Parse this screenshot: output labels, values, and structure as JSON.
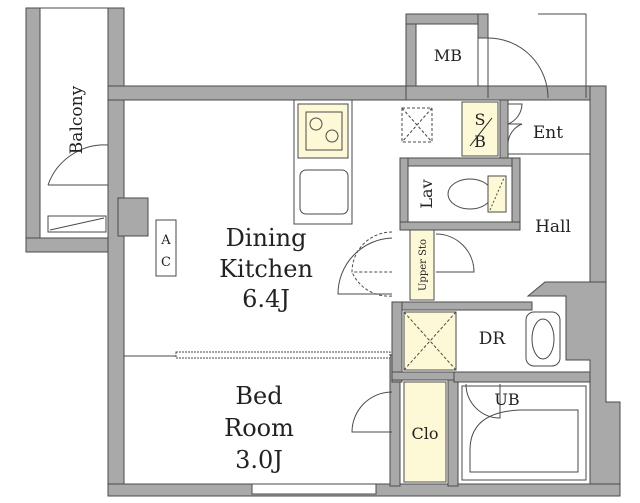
{
  "rooms": {
    "dining_kitchen": {
      "line1": "Dining",
      "line2": "Kitchen",
      "size": "6.4J"
    },
    "bedroom": {
      "line1": "Bed",
      "line2": "Room",
      "size": "3.0J"
    },
    "balcony": "Balcony",
    "mb": "MB",
    "sb_top": "S",
    "sb_bottom": "B",
    "entrance": "Ent",
    "lavatory": "Lav",
    "hall": "Hall",
    "upper_storage": "Upper Sto",
    "dressing_room": "DR",
    "unit_bath": "UB",
    "closet": "Clo",
    "aircon_top": "A",
    "aircon_bottom": "C"
  },
  "colors": {
    "wall": "#a9a9a9",
    "line": "#4a4a4a",
    "storage_fill": "#fdf9d6",
    "dash": "#666666"
  }
}
